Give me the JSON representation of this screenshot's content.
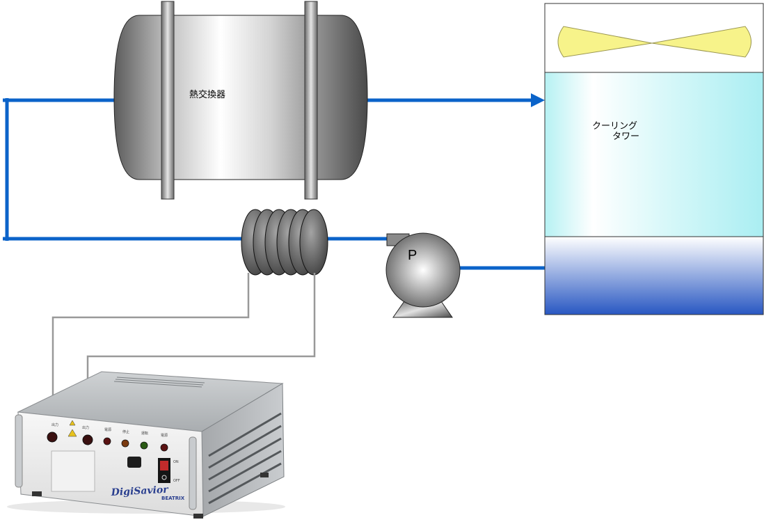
{
  "labels": {
    "heat_exchanger": "熱交換器",
    "cooling_tower_line1": "クーリング",
    "cooling_tower_line2": "タワー",
    "pump": "P"
  },
  "device": {
    "brand": "DigiSavior",
    "maker": "BEATRIX",
    "panel_labels": [
      "出力",
      "出力",
      "電源",
      "停止",
      "運転",
      "電源"
    ],
    "switch_on": "ON",
    "switch_off": "OFF"
  },
  "colors": {
    "pipe": "#0b63c9",
    "signal_wire": "#999999",
    "fan": "#f7f38a",
    "tower_water": "#b8f2f4",
    "basin_water": "#2f5fc4"
  },
  "icons": [
    "fan-icon",
    "pump-icon",
    "warning-icon",
    "power-switch-icon"
  ]
}
